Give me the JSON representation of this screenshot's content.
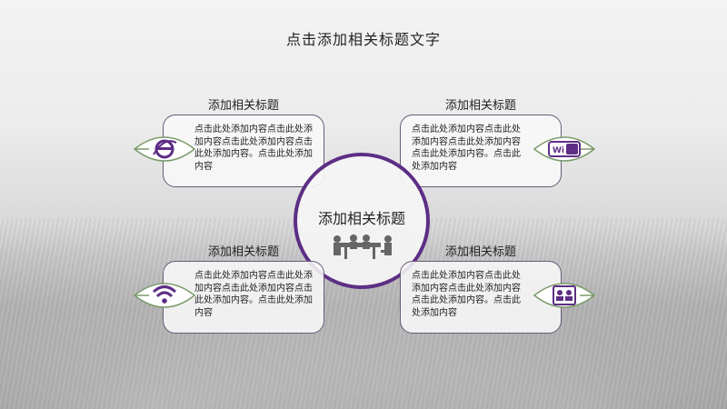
{
  "slide": {
    "title": "点击添加相关标题文字",
    "center": {
      "label": "添加相关标题",
      "icon": "meeting-people-icon"
    },
    "cards": [
      {
        "heading": "添加相关标题",
        "body": "点击此处添加内容点击此处添加内容点击此处添加内容点击此处添加内容。点击此处添加内容",
        "icon": "internet-explorer-icon"
      },
      {
        "heading": "添加相关标题",
        "body": "点击此处添加内容点击此处添加内容点击此处添加内容点击此处添加内容。点击此处添加内容",
        "icon": "wifi-badge-icon",
        "icon_text": "Wi Fi"
      },
      {
        "heading": "添加相关标题",
        "body": "点击此处添加内容点击此处添加内容点击此处添加内容点击此处添加内容。点击此处添加内容",
        "icon": "wifi-icon"
      },
      {
        "heading": "添加相关标题",
        "body": "点击此处添加内容点击此处添加内容点击此处添加内容点击此处添加内容。点击此处添加内容",
        "icon": "contacts-card-icon"
      }
    ],
    "colors": {
      "accent_purple": "#5d2e85",
      "leaf_green": "#7a9b6a",
      "card_border": "#6a5a78"
    }
  }
}
